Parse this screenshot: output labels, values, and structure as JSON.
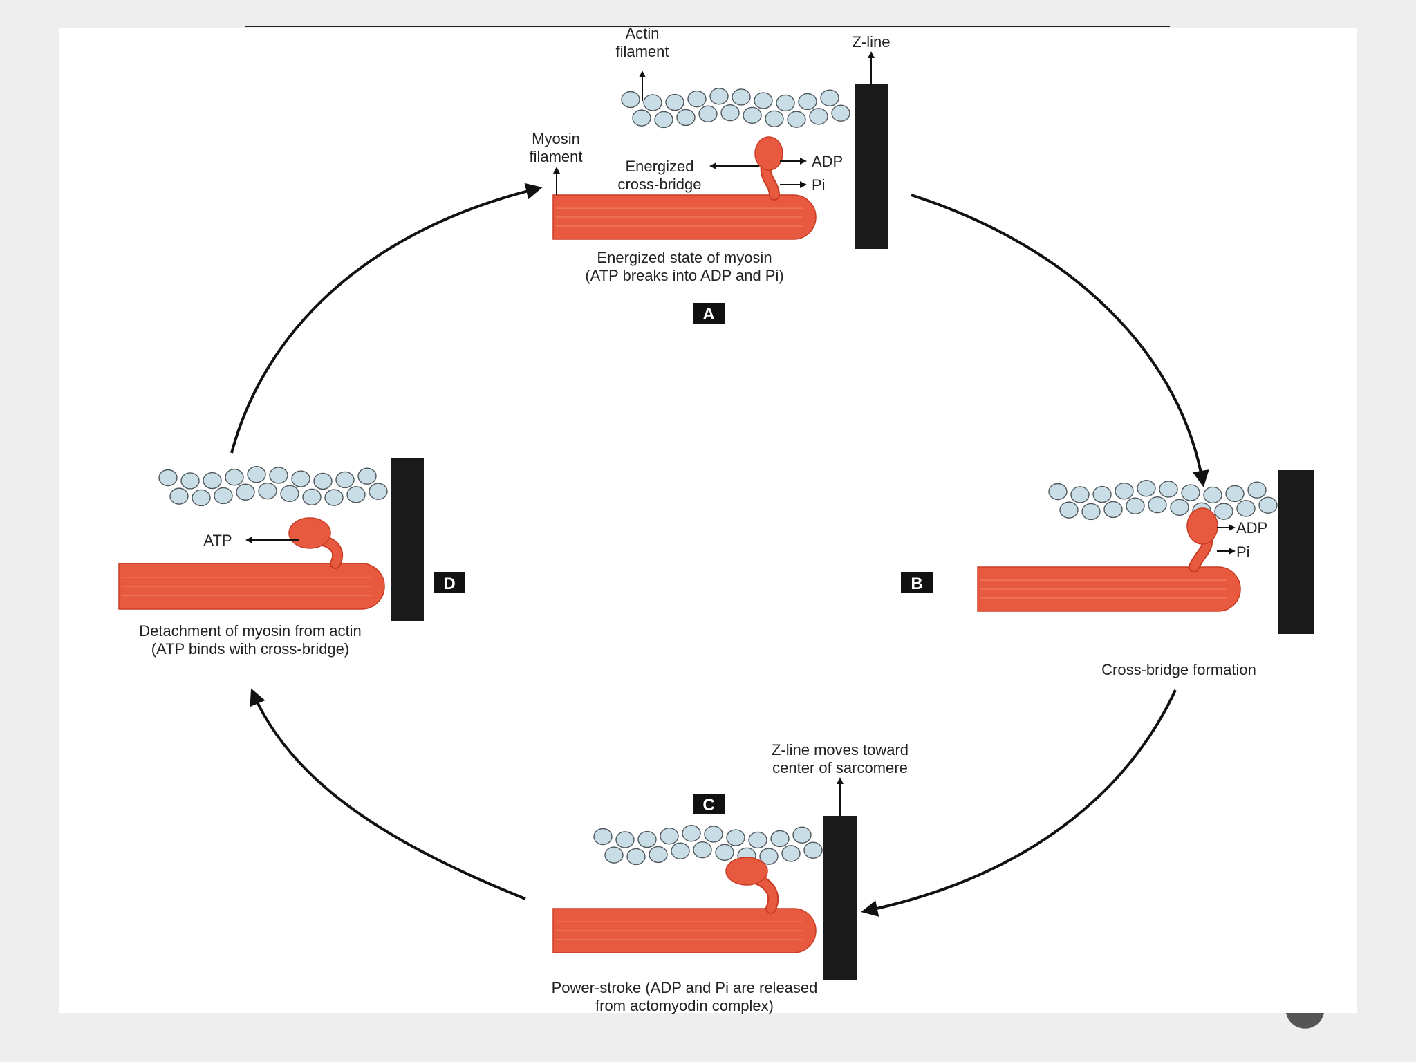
{
  "colors": {
    "page_background": "#eeeeee",
    "panel_background": "#ffffff",
    "myosin": "#e85a40",
    "myosin_dark": "#c93b22",
    "myosin_stripe": "#f07a60",
    "actin_bead": "#c8dde5",
    "actin_bead_stroke": "#50585c",
    "z_line": "#1a1a1a",
    "arrow": "#111111",
    "label_box": "#111111"
  },
  "panels": {
    "a": {
      "letter": "A",
      "actin_label": [
        "Actin",
        "filament"
      ],
      "z_line_label": "Z-line",
      "myosin_label": [
        "Myosin",
        "filament"
      ],
      "crossbridge_label": [
        "Energized",
        "cross-bridge"
      ],
      "adp": "ADP",
      "pi": "Pi",
      "caption": [
        "Energized state of myosin",
        "(ATP breaks into ADP and Pi)"
      ]
    },
    "b": {
      "letter": "B",
      "adp": "ADP",
      "pi": "Pi",
      "caption": [
        "Cross-bridge formation"
      ]
    },
    "c": {
      "letter": "C",
      "z_line_label": [
        "Z-line moves toward",
        "center of sarcomere"
      ],
      "caption": [
        "Power-stroke (ADP and Pi are released",
        "from actomyodin complex)"
      ]
    },
    "d": {
      "letter": "D",
      "atp": "ATP",
      "caption": [
        "Detachment of myosin from actin",
        "(ATP binds with cross-bridge)"
      ]
    }
  }
}
